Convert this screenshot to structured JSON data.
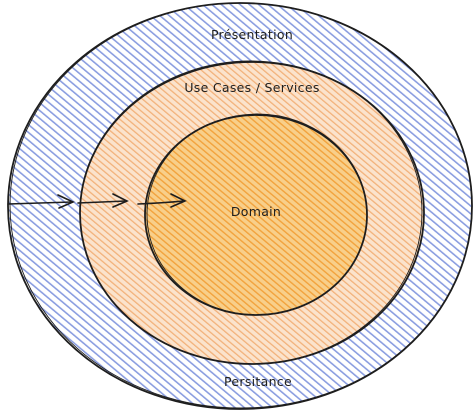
{
  "diagram": {
    "layers": [
      {
        "name": "Présentation",
        "fill": "#a5b4e8"
      },
      {
        "name": "Use Cases / Services",
        "fill": "#f6c79a"
      },
      {
        "name": "Domain",
        "fill": "#f5b45a"
      }
    ],
    "bottom_label": "Persitance",
    "stroke_color": "#1e1e1e",
    "arrow_count": 3
  }
}
